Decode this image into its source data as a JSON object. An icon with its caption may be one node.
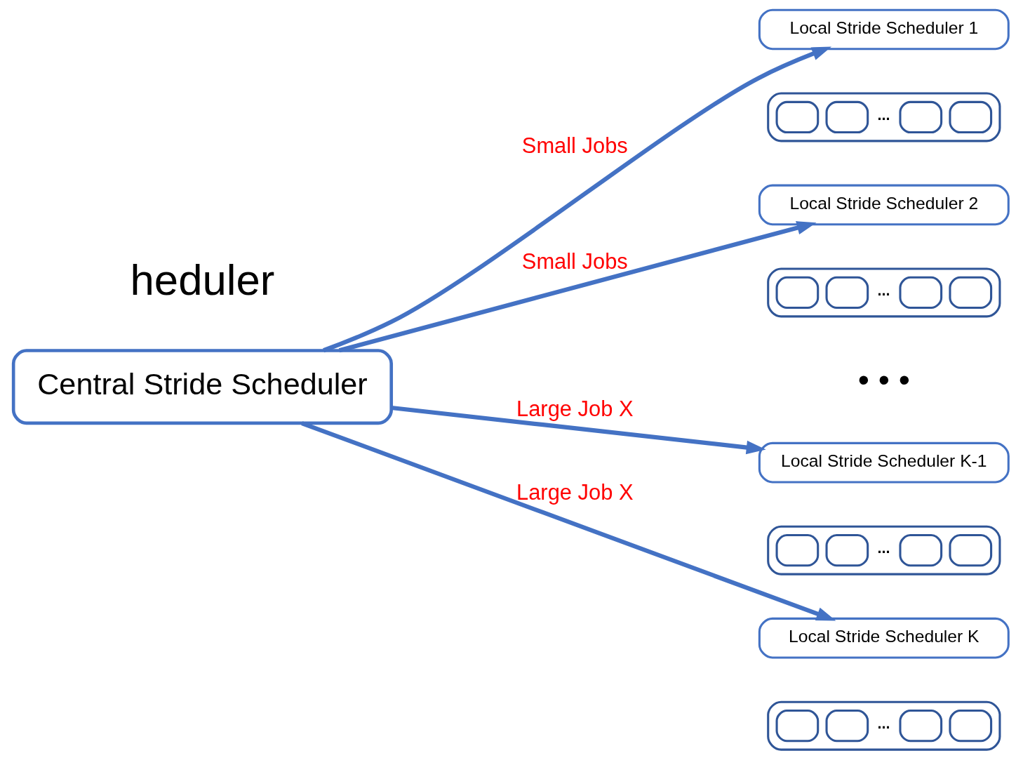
{
  "diagram": {
    "nodes": [
      {
        "text": [
          "Central Stride Scheduler"
        ]
      },
      {
        "text": [
          "Local Stride Scheduler 1"
        ]
      },
      {
        "text": [
          "..."
        ]
      },
      {
        "text": [
          "Local Stride Scheduler 2"
        ]
      },
      {
        "text": [
          "..."
        ]
      },
      {
        "text": [
          "Local Stride Scheduler K-1"
        ]
      },
      {
        "text": [
          "..."
        ]
      },
      {
        "text": [
          "Local Stride Scheduler K"
        ]
      },
      {
        "text": [
          "..."
        ]
      }
    ],
    "edges": [
      {
        "from": 0,
        "to": 1,
        "arrow": "to",
        "label": "Small Jobs"
      },
      {
        "from": 0,
        "to": 3,
        "arrow": "to",
        "label": "Small Jobs"
      },
      {
        "from": 0,
        "to": 5,
        "arrow": "to",
        "label": "Large Job X"
      },
      {
        "from": 0,
        "to": 7,
        "arrow": "to",
        "label": "Large Job X"
      }
    ],
    "labels": [
      "heduler",
      "• • •"
    ]
  }
}
